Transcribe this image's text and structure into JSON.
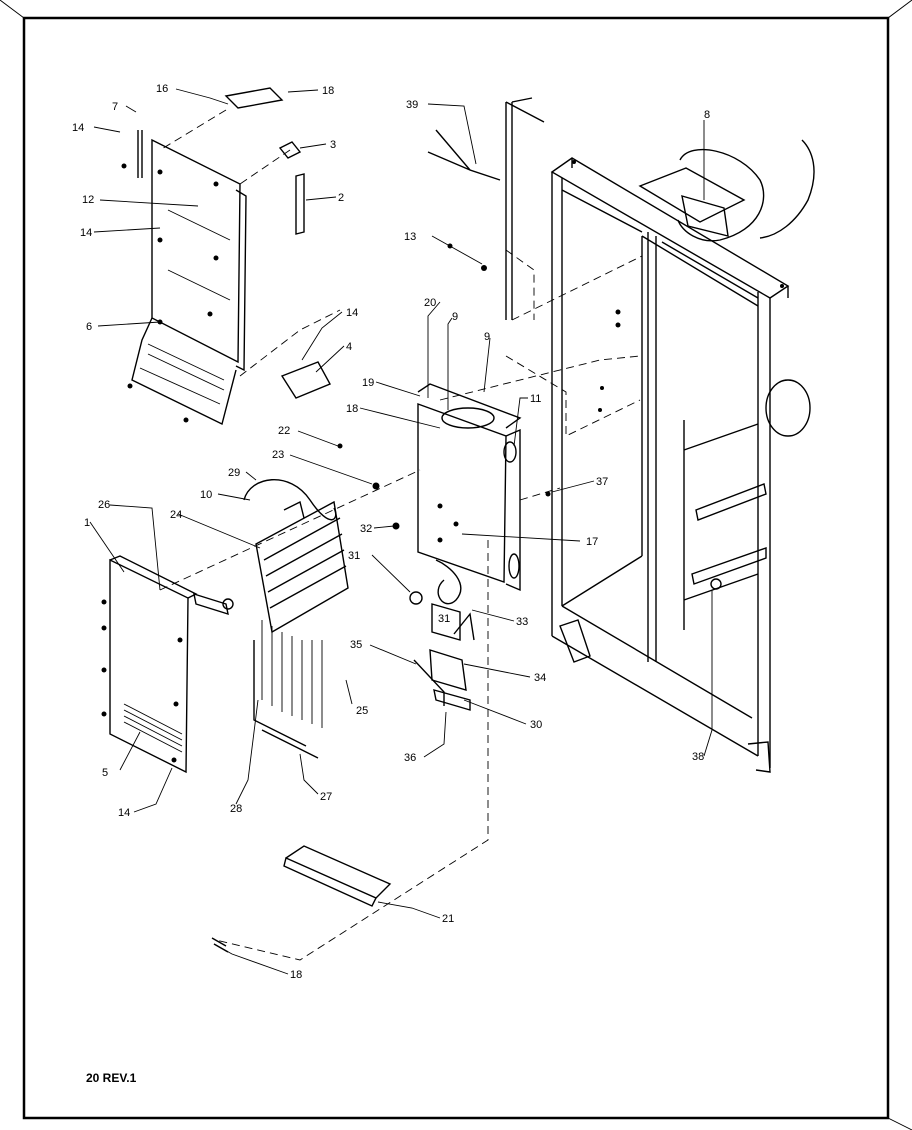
{
  "footer": {
    "revision_label": "20 REV.1"
  },
  "callouts": [
    "1",
    "2",
    "3",
    "4",
    "5",
    "6",
    "7",
    "8",
    "9",
    "9",
    "10",
    "11",
    "12",
    "13",
    "14",
    "14",
    "14",
    "14",
    "16",
    "17",
    "18",
    "18",
    "18",
    "19",
    "20",
    "21",
    "22",
    "23",
    "24",
    "25",
    "26",
    "27",
    "28",
    "29",
    "30",
    "31",
    "31",
    "32",
    "33",
    "34",
    "35",
    "36",
    "37",
    "38",
    "39"
  ]
}
